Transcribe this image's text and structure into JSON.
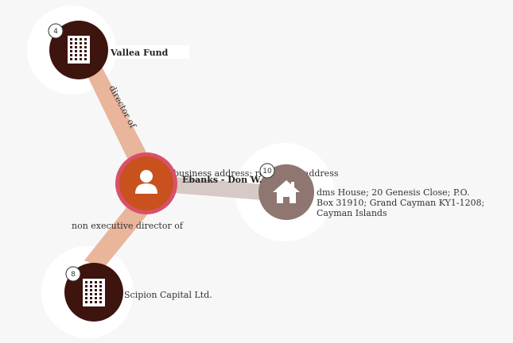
{
  "graph": {
    "nodes": {
      "person": {
        "label": "Ebanks - Don W.",
        "icon": "person-icon",
        "color": "#c8511d",
        "ring": "#d9506a"
      },
      "vallea": {
        "label": "Vallea Fund",
        "icon": "building-icon",
        "color": "#3d140e",
        "badge": "4"
      },
      "scipion": {
        "label": "Scipion Capital Ltd.",
        "icon": "building-icon",
        "color": "#3d140e",
        "badge": "8"
      },
      "address": {
        "label_lines": [
          "dms House; 20 Genesis Close; P.O.",
          "Box 31910; Grand Cayman KY1-1208;",
          "Cayman Islands"
        ],
        "icon": "house-icon",
        "color": "#8f7670",
        "badge": "10"
      }
    },
    "edges": {
      "director": {
        "label": "director of",
        "color": "#e9b59b"
      },
      "non_exec": {
        "label": "non executive director of",
        "color": "#e9b59b"
      },
      "address_link": {
        "label": "business address; registered address",
        "color": "#d7c9c5"
      }
    }
  }
}
